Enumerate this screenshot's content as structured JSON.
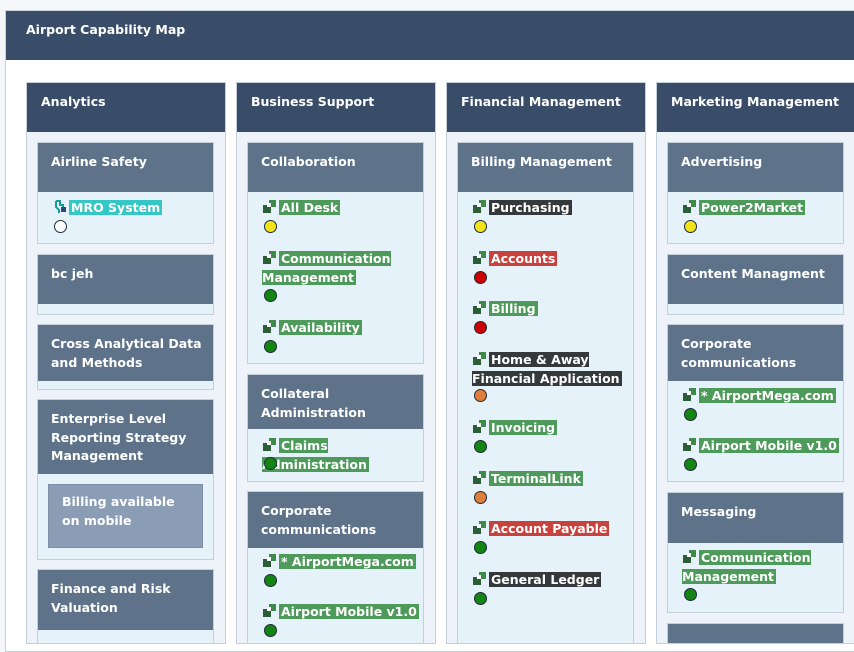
{
  "page_title": "Airport Capability Map",
  "colors": {
    "header": "#3a4d68",
    "capability_header": "#5e7389",
    "green": "#4d9a5b",
    "red": "#c9413d",
    "dark": "#35393b",
    "teal": "#35c6c6",
    "status_yellow": "#f2e21a",
    "status_green": "#128512",
    "status_red": "#cc0000",
    "status_orange": "#e07f3c",
    "status_white": "#ffffff"
  },
  "columns": [
    {
      "title": "Analytics",
      "capabilities": [
        {
          "title": "Airline Safety",
          "apps": [
            {
              "name": "MRO System",
              "color": "teal",
              "status": "white",
              "icon": "app-connector-icon"
            }
          ]
        },
        {
          "title": "bc jeh",
          "apps": []
        },
        {
          "title": "Cross Analytical Data and Methods",
          "apps": []
        },
        {
          "title": "Enterprise Level Reporting Strategy Management",
          "apps": [],
          "sub": "Billing available on mobile"
        },
        {
          "title": "Finance and Risk Valuation",
          "apps": []
        }
      ]
    },
    {
      "title": "Business Support",
      "capabilities": [
        {
          "title": "Collaboration",
          "apps": [
            {
              "name": "All Desk",
              "color": "green",
              "status": "yellow",
              "icon": "app-cube-icon"
            },
            {
              "name": "Communication Management",
              "color": "green",
              "status": "green",
              "icon": "app-cube-icon"
            },
            {
              "name": "Availability",
              "color": "green",
              "status": "green",
              "icon": "app-cube-icon"
            }
          ]
        },
        {
          "title": "Collateral Administration",
          "apps": [
            {
              "name": "Claims Administration",
              "color": "green",
              "status": "green",
              "icon": "app-cube-icon"
            }
          ]
        },
        {
          "title": "Corporate communications",
          "apps": [
            {
              "name": "* AirportMega.com",
              "color": "green",
              "status": "green",
              "icon": "app-cube-icon"
            },
            {
              "name": "Airport Mobile v1.0",
              "color": "green",
              "status": "green",
              "icon": "app-cube-icon"
            }
          ]
        }
      ]
    },
    {
      "title": "Financial Management",
      "capabilities": [
        {
          "title": "Billing Management",
          "apps": [
            {
              "name": "Purchasing",
              "color": "dark",
              "status": "yellow",
              "icon": "app-cube-icon"
            },
            {
              "name": "Accounts",
              "color": "red",
              "status": "red",
              "icon": "app-cube-icon"
            },
            {
              "name": "Billing",
              "color": "green",
              "status": "red",
              "icon": "app-cube-icon"
            },
            {
              "name": "Home & Away Financial Application",
              "color": "dark",
              "status": "orange",
              "icon": "app-cube-icon"
            },
            {
              "name": "Invoicing",
              "color": "green",
              "status": "green",
              "icon": "app-cube-icon"
            },
            {
              "name": "TerminalLink",
              "color": "green",
              "status": "orange",
              "icon": "app-cube-icon"
            },
            {
              "name": "Account Payable",
              "color": "red",
              "status": "green",
              "icon": "app-cube-icon"
            },
            {
              "name": "General Ledger",
              "color": "dark",
              "status": "green",
              "icon": "app-cube-icon"
            }
          ]
        }
      ]
    },
    {
      "title": "Marketing Management",
      "capabilities": [
        {
          "title": "Advertising",
          "apps": [
            {
              "name": "Power2Market",
              "color": "green",
              "status": "yellow",
              "icon": "app-cube-icon"
            }
          ]
        },
        {
          "title": "Content Managment",
          "apps": []
        },
        {
          "title": "Corporate communications",
          "apps": [
            {
              "name": "* AirportMega.com",
              "color": "green",
              "status": "green",
              "icon": "app-cube-icon"
            },
            {
              "name": "Airport Mobile v1.0",
              "color": "green",
              "status": "green",
              "icon": "app-cube-icon"
            }
          ]
        },
        {
          "title": "Messaging",
          "apps": [
            {
              "name": "Communication Management",
              "color": "green",
              "status": "green",
              "icon": "app-cube-icon"
            }
          ]
        }
      ]
    }
  ]
}
